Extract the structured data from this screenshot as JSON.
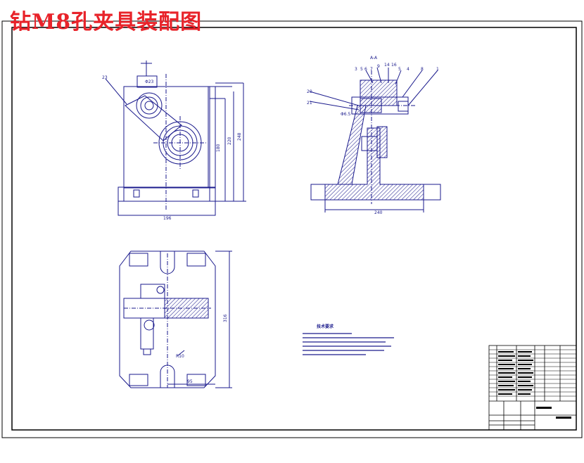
{
  "title": "钻M8孔夹具装配图",
  "section_label": "A-A",
  "tech_req_title": "技术要求",
  "dims": {
    "front_width": "196",
    "front_height_inner": "180",
    "front_height_mid": "220",
    "front_height_outer": "248",
    "side_width": "240",
    "plan_height": "316",
    "plan_offset": "95",
    "phi_hole": "Φ23",
    "hole_label": "Φ6.5",
    "r_label": "R10"
  },
  "balloons": {
    "front": [
      "23"
    ],
    "side_top": [
      "3",
      "5",
      "6",
      "7",
      "9",
      "14",
      "16",
      "5",
      "4",
      "8",
      "1"
    ],
    "side_left": [
      "20",
      "21"
    ]
  },
  "colors": {
    "title": "#e8232a",
    "line": "#1a1a8c",
    "hatch": "#1a1a8c",
    "frame": "#000000"
  }
}
